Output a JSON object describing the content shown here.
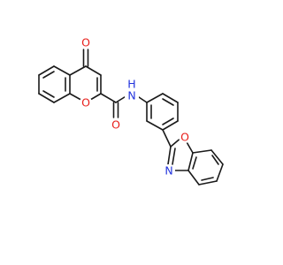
{
  "molecule": {
    "colors": {
      "bond": "#1a1a1a",
      "oxygen": "#e8201c",
      "nitrogen": "#2233dd",
      "background": "#ffffff"
    },
    "labels": {
      "ketone_o": "O",
      "ring_o": "O",
      "amide_o": "O",
      "amide_nh": "N",
      "amide_h": "H",
      "oxazole_o": "O",
      "oxazole_n": "N"
    }
  }
}
